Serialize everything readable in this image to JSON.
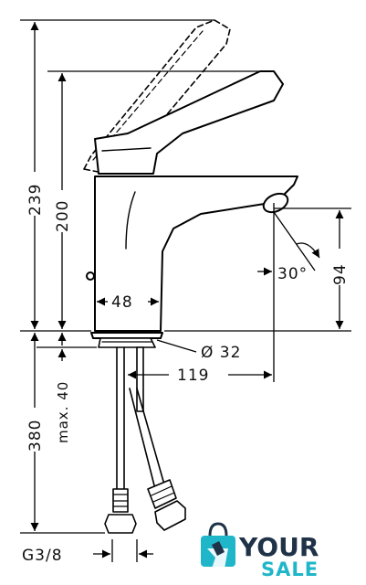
{
  "dimensions": {
    "total_height": "239",
    "body_height": "200",
    "depth_below": "380",
    "max_depth": "max. 40",
    "spout_height": "94",
    "body_width": "48",
    "hole_diameter": "Ø 32",
    "spout_reach": "119",
    "angle": "30°",
    "connection": "G3/8"
  },
  "logo": {
    "word1": "YOUR",
    "word2": "SALE",
    "colors": {
      "dark": "#1f3247",
      "accent": "#1fb6c9"
    }
  },
  "colors": {
    "line": "#000000",
    "background": "#ffffff"
  }
}
